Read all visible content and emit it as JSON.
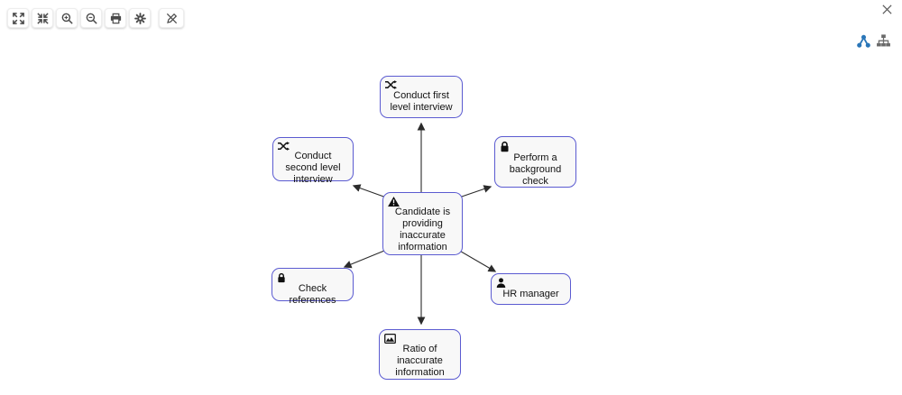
{
  "colors": {
    "node_border": "#5b5bd1",
    "node_fill": "#f8f8f8",
    "edge": "#2b2b2b",
    "toolbar_icon": "#4a4a4a",
    "network_icon_blue": "#2a76b8",
    "sitemap_icon_gray": "#6a6a6a"
  },
  "toolbar": {
    "buttons": [
      {
        "name": "fullscreen",
        "icon": "fullscreen-icon"
      },
      {
        "name": "exit-fullscreen",
        "icon": "exit-fullscreen-icon"
      },
      {
        "name": "zoom-in",
        "icon": "zoom-in-icon"
      },
      {
        "name": "zoom-out",
        "icon": "zoom-out-icon"
      },
      {
        "name": "print",
        "icon": "print-icon"
      },
      {
        "name": "settings",
        "icon": "settings-icon"
      },
      {
        "name": "edit-disabled",
        "icon": "edit-off-icon"
      }
    ]
  },
  "header": {
    "close_icon": "close-icon"
  },
  "view_toggles": [
    {
      "name": "network-view",
      "icon": "network-view-icon",
      "active": true
    },
    {
      "name": "hierarchy-view",
      "icon": "hierarchy-view-icon",
      "active": false
    }
  ],
  "diagram": {
    "center": {
      "label": "Candidate is providing inaccurate information",
      "icon": "warning-icon"
    },
    "nodes": [
      {
        "label": "Conduct first level interview",
        "icon": "shuffle-icon",
        "position": "top"
      },
      {
        "label": "Conduct second level interview",
        "icon": "shuffle-icon",
        "position": "upper-left"
      },
      {
        "label": "Perform a background check",
        "icon": "lock-icon",
        "position": "upper-right"
      },
      {
        "label": "Check references",
        "icon": "lock-icon",
        "position": "lower-left"
      },
      {
        "label": "HR manager",
        "icon": "person-icon",
        "position": "lower-right"
      },
      {
        "label": "Ratio of inaccurate information",
        "icon": "chart-icon",
        "position": "bottom"
      }
    ],
    "edges": [
      {
        "from": "Candidate is providing inaccurate information",
        "to": "Conduct first level interview"
      },
      {
        "from": "Candidate is providing inaccurate information",
        "to": "Conduct second level interview"
      },
      {
        "from": "Candidate is providing inaccurate information",
        "to": "Perform a background check"
      },
      {
        "from": "Candidate is providing inaccurate information",
        "to": "Check references"
      },
      {
        "from": "Candidate is providing inaccurate information",
        "to": "HR manager"
      },
      {
        "from": "Candidate is providing inaccurate information",
        "to": "Ratio of inaccurate information"
      }
    ]
  }
}
